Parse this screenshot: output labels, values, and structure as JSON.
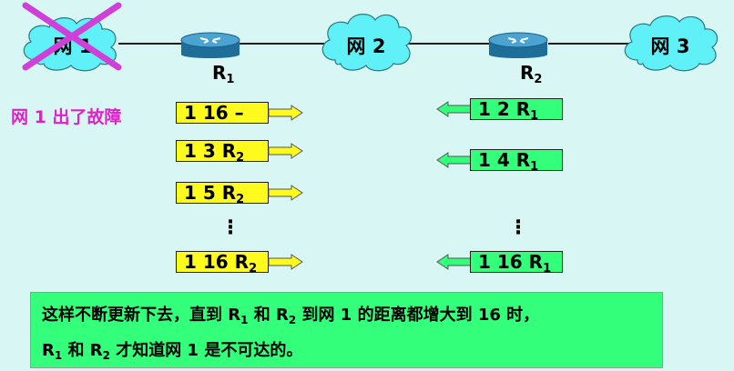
{
  "networks": {
    "net1": "网 1",
    "net2": "网 2",
    "net3": "网 3"
  },
  "routers": {
    "r1": {
      "name": "R",
      "sub": "1"
    },
    "r2": {
      "name": "R",
      "sub": "2"
    }
  },
  "fault_label": "网 1 出了故障",
  "left_table": [
    {
      "text": "1  16  –",
      "sub": ""
    },
    {
      "text": "1  3  R",
      "sub": "2"
    },
    {
      "text": "1  5  R",
      "sub": "2"
    },
    {
      "text": "1  16  R",
      "sub": "2"
    }
  ],
  "right_table": [
    {
      "text": "1  2  R",
      "sub": "1"
    },
    {
      "text": "1  4  R",
      "sub": "1"
    },
    {
      "text": "1  16  R",
      "sub": "1"
    }
  ],
  "note": {
    "line1_a": "这样不断更新下去，直到 R",
    "line1_b": "1",
    "line1_c": " 和 R",
    "line1_d": "2",
    "line1_e": " 到网 1 的距离都增大到 16 时，",
    "line2_a": "R",
    "line2_b": "1",
    "line2_c": " 和 R",
    "line2_d": "2",
    "line2_e": " 才知道网 1 是不可达的。"
  },
  "colors": {
    "background": "#d8f7f4",
    "cloud": "#5ff0f8",
    "yellow_entry": "#fffa1e",
    "green_entry": "#33ff7a",
    "fault": "#e020c8"
  }
}
